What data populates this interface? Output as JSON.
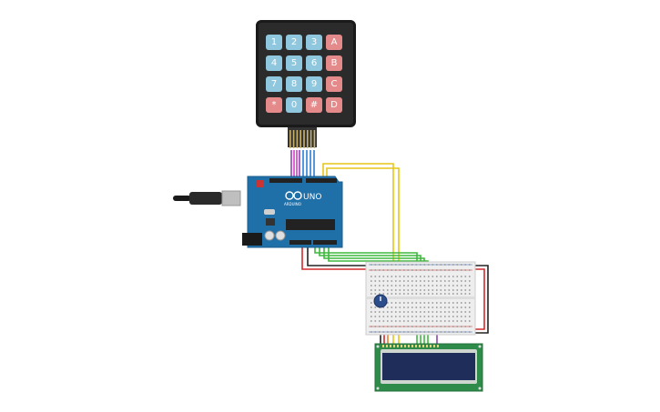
{
  "keypad": {
    "keys": [
      {
        "label": "1",
        "kind": "num"
      },
      {
        "label": "2",
        "kind": "num"
      },
      {
        "label": "3",
        "kind": "num"
      },
      {
        "label": "A",
        "kind": "fn"
      },
      {
        "label": "4",
        "kind": "num"
      },
      {
        "label": "5",
        "kind": "num"
      },
      {
        "label": "6",
        "kind": "num"
      },
      {
        "label": "B",
        "kind": "fn"
      },
      {
        "label": "7",
        "kind": "num"
      },
      {
        "label": "8",
        "kind": "num"
      },
      {
        "label": "9",
        "kind": "num"
      },
      {
        "label": "C",
        "kind": "fn"
      },
      {
        "label": "*",
        "kind": "fn"
      },
      {
        "label": "0",
        "kind": "num"
      },
      {
        "label": "#",
        "kind": "fn"
      },
      {
        "label": "D",
        "kind": "fn"
      }
    ]
  },
  "arduino": {
    "model_text": "UNO",
    "brand_text": "ARDUINO"
  },
  "colors": {
    "board": "#1f6fa8",
    "breadboard": "#eeeeee",
    "lcd_pcb": "#2e8b4a",
    "lcd_screen": "#1f2d5a",
    "wire_red": "#d42a2a",
    "wire_black": "#222222",
    "wire_yellow": "#e6c619",
    "wire_green": "#3db83d",
    "wire_purple": "#8e44ad",
    "wire_magenta": "#d63ec8",
    "wire_blue": "#2b7fd6"
  }
}
